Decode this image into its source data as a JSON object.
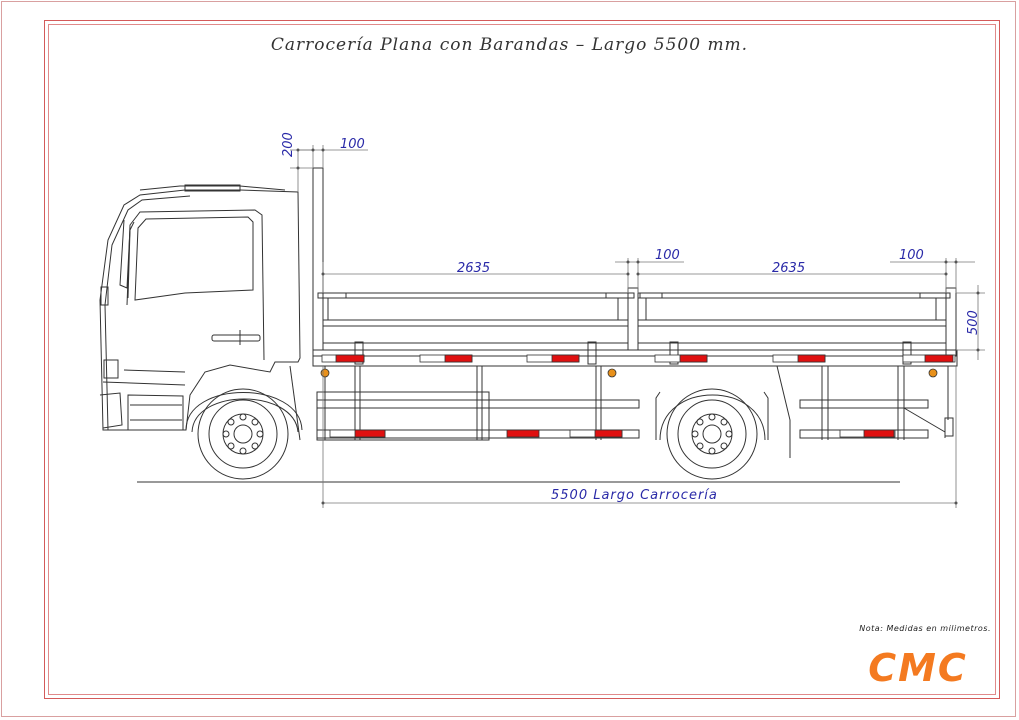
{
  "title": "Carrocería  Plana  con  Barandas  –  Largo  5500  mm.",
  "note": "Nota:  Medidas  en  milimetros.",
  "logo": {
    "text": "CMC",
    "color": "#f47a20"
  },
  "dimensions": {
    "post_height": "200",
    "post_width": "100",
    "front_gate_length": "2635",
    "gap_middle": "100",
    "rear_gate_length": "2635",
    "rear_post": "100",
    "side_height": "500",
    "body_length": "5500  Largo  Carrocería"
  },
  "colors": {
    "line": "#333333",
    "dimension": "#2a2aa8",
    "reflector_red": "#e01010",
    "marker_amber": "#e8901a",
    "frame": "#d45a5a"
  }
}
